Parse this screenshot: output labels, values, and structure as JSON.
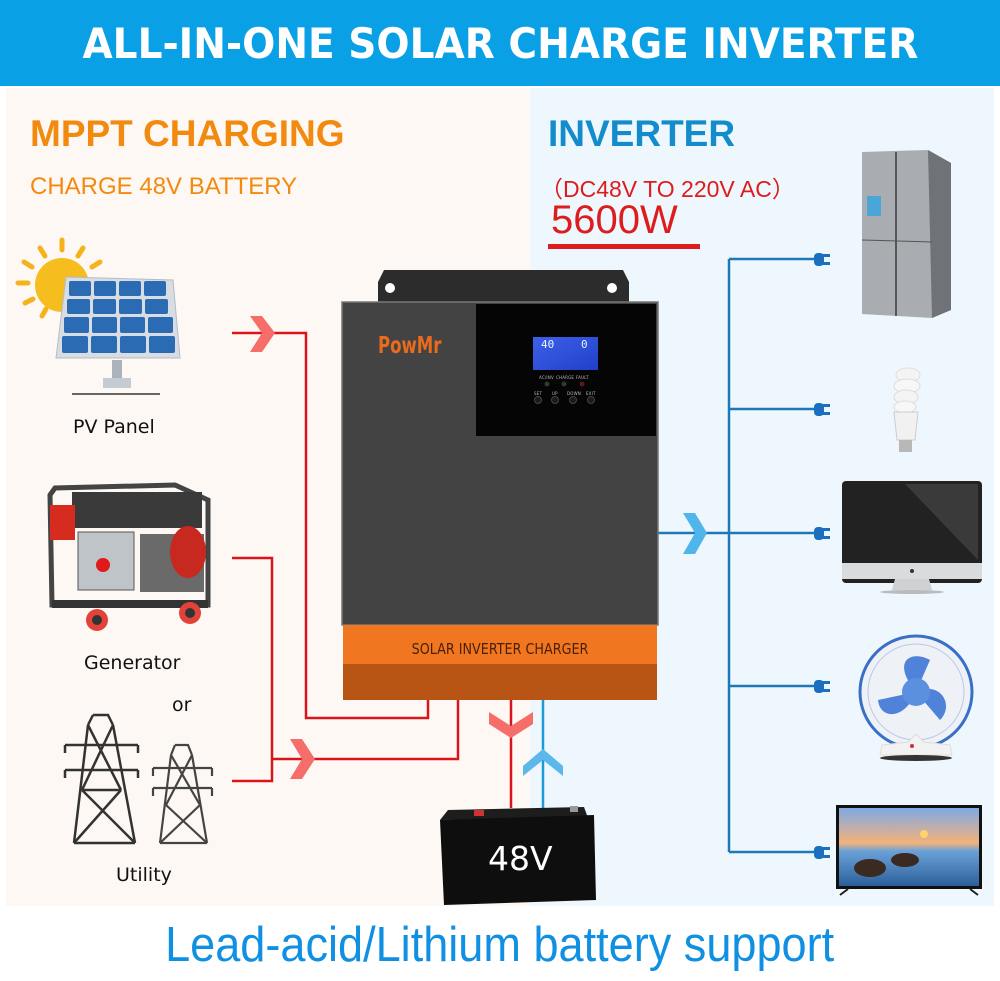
{
  "header": {
    "title": "ALL-IN-ONE SOLAR CHARGE INVERTER"
  },
  "left_section": {
    "title": "MPPT CHARGING",
    "subtitle": "CHARGE 48V BATTERY",
    "sources": [
      {
        "label": "PV Panel",
        "icon": "solar-panel-icon"
      },
      {
        "label": "Generator",
        "icon": "generator-icon"
      },
      {
        "label": "Utility",
        "icon": "power-tower-icon"
      }
    ],
    "or_text": "or"
  },
  "right_section": {
    "title": "INVERTER",
    "subtitle": "（DC48V TO 220V AC）",
    "power": "5600W",
    "loads": [
      {
        "icon": "refrigerator-icon"
      },
      {
        "icon": "light-bulb-icon"
      },
      {
        "icon": "monitor-icon"
      },
      {
        "icon": "fan-icon"
      },
      {
        "icon": "television-icon"
      }
    ]
  },
  "device": {
    "brand": "PowMr",
    "front_label": "SOLAR INVERTER CHARGER",
    "lcd": {
      "left_value": "40",
      "right_value": "0"
    },
    "indicators": [
      "AC/INV",
      "CHARGE",
      "FAULT"
    ],
    "buttons": [
      "SET",
      "UP",
      "DOWN",
      "EXIT"
    ]
  },
  "battery": {
    "label": "48V"
  },
  "footer": {
    "text": "Lead-acid/Lithium battery support"
  },
  "colors": {
    "banner": "#0aa0e6",
    "orange_accent": "#f28a10",
    "inverter_blue": "#138ccc",
    "red_accent": "#dd1c1c",
    "wire_red": "#d9151b",
    "wire_blue": "#1e78b8",
    "footer_blue": "#1090e2"
  }
}
